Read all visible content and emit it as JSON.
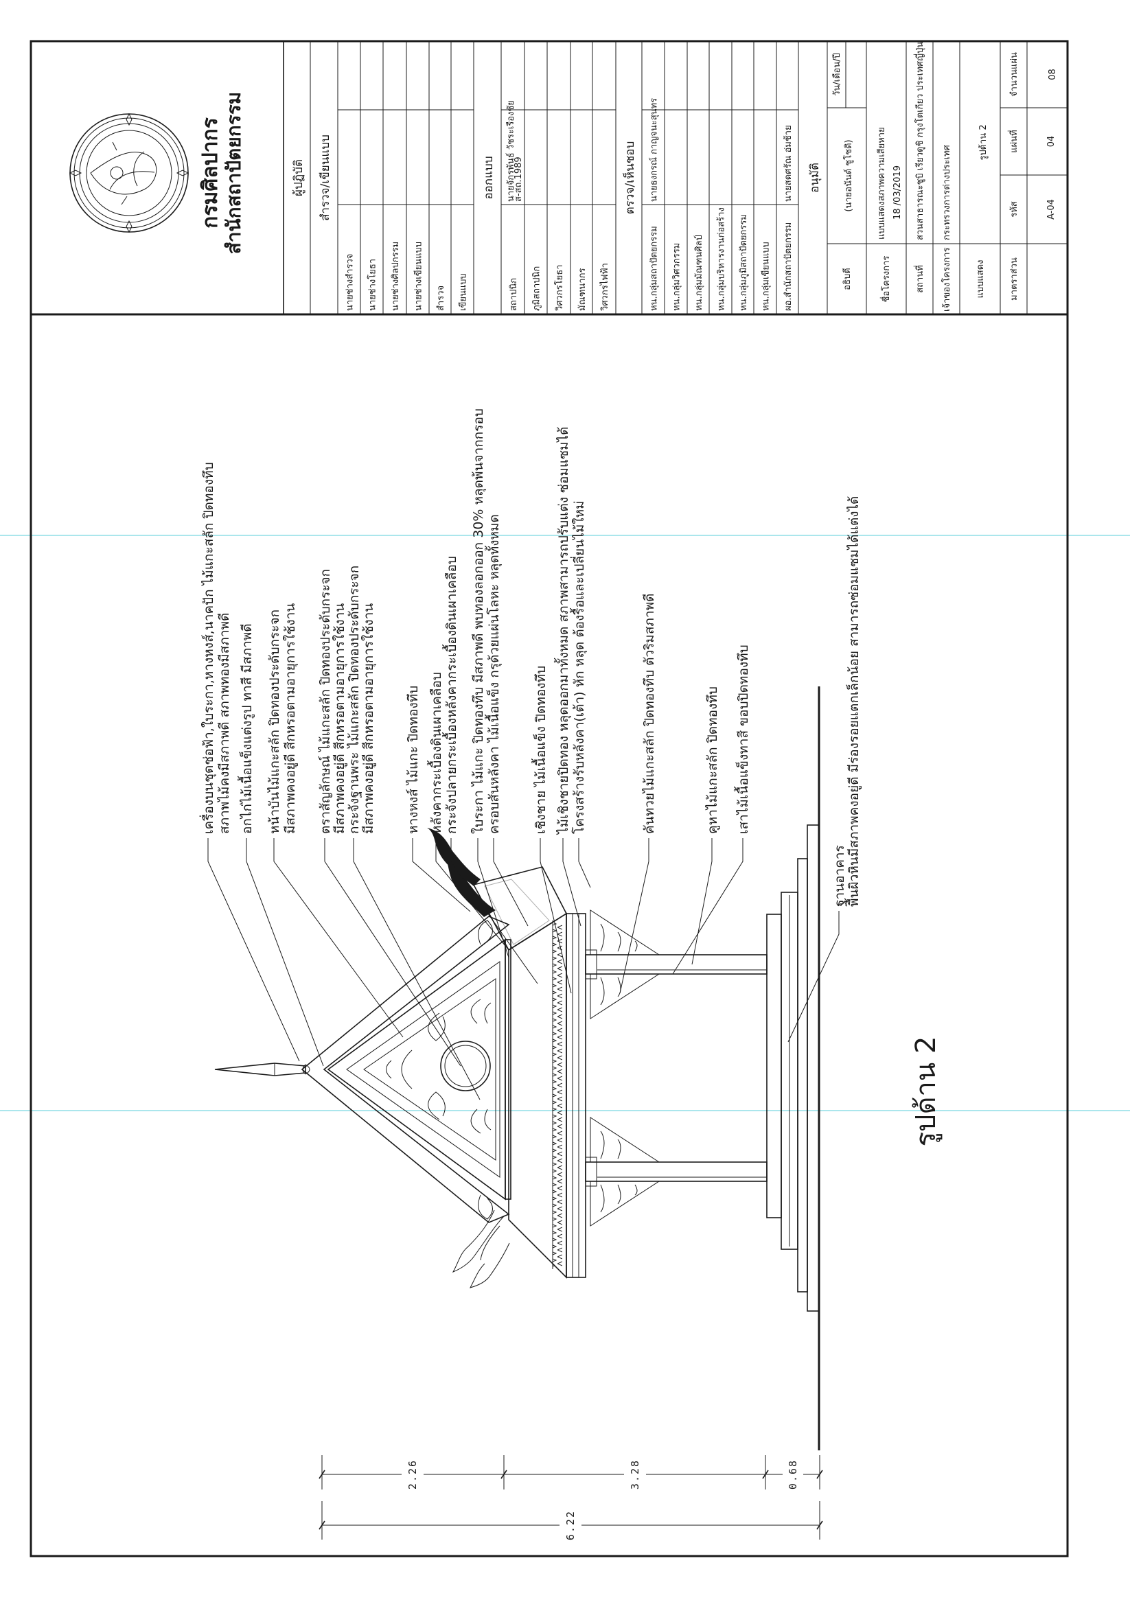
{
  "header": {
    "org": "กรมศิลปากร",
    "dept": "สำนักสถาปัตยกรรม"
  },
  "title_block": {
    "performers_heading": "ผู้ปฏิบัติ",
    "survey_heading": "สำรวจ/เขียนแบบ",
    "survey_rows": [
      {
        "role": "นายช่างสำรวจ"
      },
      {
        "role": "นายช่างโยธา"
      },
      {
        "role": "นายช่างศิลปกรรม"
      },
      {
        "role": "นายช่างเขียนแบบ"
      },
      {
        "role": "สำรวจ"
      },
      {
        "role": "เขียนแบบ"
      }
    ],
    "design_heading": "ออกแบบ",
    "design_rows": [
      {
        "role": "สถาปนิก",
        "name": "นายจักรพันธ์ วัชระเรืองชัย",
        "license": "ส-สถ.1989"
      },
      {
        "role": "ภูมิสถาปนิก"
      },
      {
        "role": "วิศวกรโยธา"
      },
      {
        "role": "มัณฑนากร"
      },
      {
        "role": "วิศวกรไฟฟ้า"
      }
    ],
    "review_heading": "ตรวจ/เห็นชอบ",
    "review_rows": [
      {
        "role": "หน.กลุ่มสถาปัตยกรรม",
        "name": "นายธงกรณ์ กาญจนะสุนทร"
      },
      {
        "role": "หน.กลุ่มวิศวกรรม"
      },
      {
        "role": "หน.กลุ่มมัณฑนศิลป์"
      },
      {
        "role": "หน.กลุ่มบริหารงานก่อสร้าง"
      },
      {
        "role": "หน.กลุ่มภูมิสถาปัตยกรรม"
      },
      {
        "role": "หน.กลุ่มเขียนแบบ"
      },
      {
        "role": "ผอ.สำนักสถาปัตยกรรม",
        "name": "นายสดศรัณ อ่มช้าย"
      }
    ],
    "approve_heading": "อนุมัติ",
    "director_label": "อธิบดี",
    "director_name": "(นายอนันต์ ชูโชติ)",
    "date_label": "วัน/เดือน/ปี",
    "project_label": "ชื่อโครงการ",
    "project_name": "แบบแสดงสภาพความเสียหาย",
    "project_date": "18 /03/2019",
    "location_label": "สถานที่",
    "location": "สวนสาธารณะชูบิ เรียวดูชิ กรุงโตเกียว ประเทศญี่ปุ่น",
    "owner_label": "เจ้าของโครงการ",
    "owner": "กระทรวงการต่างประเทศ",
    "sheet_label": "แบบแสดง",
    "sheet_title": "รูปด้าน 2",
    "scale_label": "มาตราส่วน",
    "code_label": "รหัส",
    "code": "A-04",
    "sheet_no_label": "แผ่นที่",
    "sheet_no": "04",
    "total_label": "จำนวนแผ่น",
    "total": "08"
  },
  "drawing": {
    "title": "รูปด้าน 2",
    "notes": [
      "เครื่องบนชุดช่อฟ้า,ใบระกา,หางหงส์,นาคปัก ไม้แกะสลัก ปิดทองทึบ",
      "สภาพไม้คงมีสภาพดี  สภาพทองมีสภาพดี",
      "อกไก่ไม้เนื้อแข็งแต่งรูป ทาสี มีสภาพดี",
      "หน้าบันไม้แกะสลัก ปิดทองประดับกระจก",
      "มีสภาพคงอยู่ดี  สีกหรอตามอายุการใช้งาน",
      "ตราสัญลักษณ์ ไม้แกะสลัก ปิดทองประดับกระจก",
      "มีสภาพคงอยู่ดี สีกหรอตามอายุการใช้งาน",
      "กระจังฐานพระ ไม้แกะสลัก ปิดทองประดับกระจก",
      "มีสภาพคงอยู่ดี  สีกหรอตามอายุการใช้งาน",
      "หางหงส์ ไม้แกะ ปิดทองทึบ",
      "หลังคากระเบื้องดินเผาเคลือบ",
      "กระจังปลายกระเบื้องหลังคากระเบื้องดินเผาเคลือบ",
      "ใบระกา ไม้แกะ ปิดทองทึบ มีสภาพดี พบทองลอกออก 30%  หลุดพ้นจากกรอบ",
      "ครอบสันหลังคา ไม้เนื้อแข็ง กรุด้วยแผ่นโลหะ หลุดทั้งหมด",
      "เชิงชาย ไม้เนื้อแข็ง ปิดทองทึบ",
      "ไม้เชิงชายปิดทอง หลุดออกมาทั้งหมด สภาพสามารถปรับแต่ง ซ่อมแซมได้",
      "โครงสร้างรับหลังคา(เต้า) หัก หลุด ต้องรื้อและเปลี่ยนไม้ใหม่",
      "คันทวยไม้แกะสลัก ปิดทองทึบ ตัวริมสภาพดี",
      "คูหาไม้แกะสลัก ปิดทองทึบ",
      "เสาไม้เนื้อแข็งทาสี ขอบปิดทองทึบ",
      "ฐานอาคาร",
      "พื้นผิวหินมีสภาพคงอยู่ดี มีร่องรอยแตกเล็กน้อย สามารถซ่อมแซมได้แต่งได้"
    ],
    "dimensions": {
      "segments": [
        "2.26",
        "3.28",
        "0.68"
      ],
      "total": "6.22"
    }
  }
}
